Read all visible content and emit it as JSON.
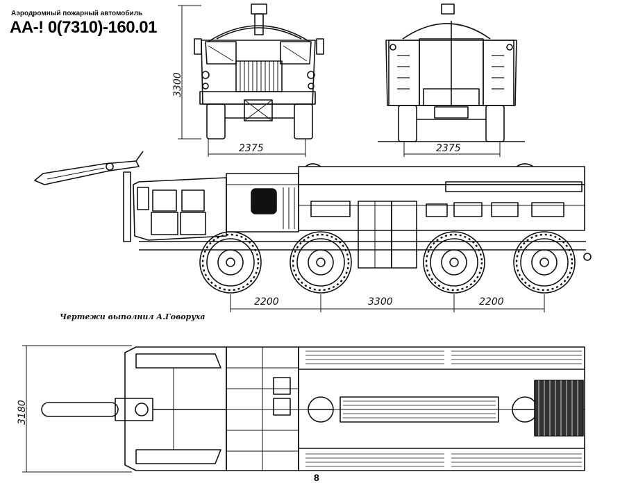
{
  "header": {
    "subtitle": "Аэродромный пожарный автомобиль",
    "title": "АА-! 0(7310)-160.01"
  },
  "dimensions": {
    "height": "3300",
    "front_track": "2375",
    "rear_track": "2375",
    "axle_gap_1": "2200",
    "axle_gap_2": "3300",
    "axle_gap_3": "2200",
    "width": "3180"
  },
  "credit": "Чертежи выполнил А.Говоруха",
  "page_number": "8"
}
